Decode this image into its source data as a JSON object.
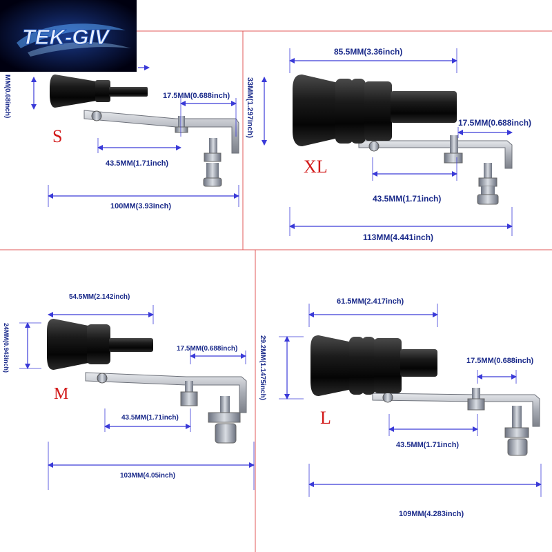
{
  "brand": {
    "logo_text": "TEK-GIV"
  },
  "panels": {
    "s": {
      "size_label": "S",
      "dim_left": "MM(0.68inch)",
      "dim_outlet": "17.5MM(0.688inch)",
      "dim_mount": "43.5MM(1.71inch)",
      "dim_total": "100MM(3.93inch)"
    },
    "xl": {
      "size_label": "XL",
      "dim_top": "85.5MM(3.36inch)",
      "dim_left": "33MM(1.297inch)",
      "dim_outlet": "17.5MM(0.688inch)",
      "dim_mount": "43.5MM(1.71inch)",
      "dim_total": "113MM(4.441inch)"
    },
    "m": {
      "size_label": "M",
      "dim_top": "54.5MM(2.142inch)",
      "dim_left": "24MM(0.943inch)",
      "dim_outlet": "17.5MM(0.688inch)",
      "dim_mount": "43.5MM(1.71inch)",
      "dim_total": "103MM(4.05inch)"
    },
    "l": {
      "size_label": "L",
      "dim_top": "61.5MM(2.417inch)",
      "dim_left": "29.2MM(1.1475inch)",
      "dim_outlet": "17.5MM(0.688inch)",
      "dim_mount": "43.5MM(1.71inch)",
      "dim_total": "109MM(4.283inch)"
    }
  },
  "colors": {
    "dimension_line": "#3a3ad8",
    "label_text": "#1a2a8a",
    "size_text": "#d21a1a",
    "divider": "#e05a5a",
    "metal": "#b8bcc4",
    "body_black": "#151515"
  }
}
